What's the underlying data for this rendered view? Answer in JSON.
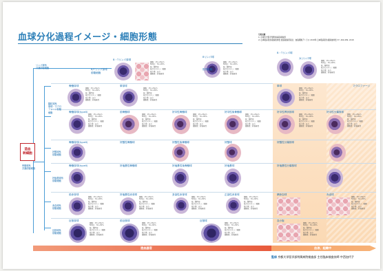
{
  "poster": {
    "title": "血球分化過程イメージ・細胞形態",
    "references": {
      "heading": "引用文献",
      "items": [
        "1) 京都大学医学部附属病院検査部",
        "2) 日本臨床衛生検査技師会 血液検査研究班：血液細胞アトラス 2018年 日本臨床衛生検査技師会 37, 460-489, 2018"
      ]
    },
    "stem_cell": "造血\n幹細胞",
    "progenitors": [
      {
        "id": "lymphoid",
        "text": "リンパ球系\n共通前駆細胞"
      },
      {
        "id": "myeloid",
        "text": "骨髄球系\n共通前駆細胞"
      },
      {
        "id": "gmp",
        "text": "顆粒球系\n単球・マクロ\nファージ前駆\n細胞"
      },
      {
        "id": "eop",
        "text": "好酸球系\n前駆細胞"
      },
      {
        "id": "bap",
        "text": "好塩基球系\n前駆細胞"
      },
      {
        "id": "mep",
        "text": "赤血球系\n前駆細胞"
      },
      {
        "id": "mkp",
        "text": "巨核球系\n前駆細胞"
      }
    ],
    "cell_labels": {
      "b_precursor": "B・Tリンパ芽球",
      "b_lymph": "B/Tリンパ芽球\n前駆細胞",
      "b_cell": "Bリンパ球",
      "plasma": "形質細胞",
      "bt_lymph": "B・Tリンパ球",
      "lg_lymph": "大リンパ球",
      "myeloblast": "骨髄芽球",
      "monoblast": "単芽球",
      "monocyte": "単球",
      "macrophage": "マクロファージ",
      "neu_blast": "骨髄芽球(typeII)",
      "promyelocyte": "前骨髄球",
      "myelocyte": "好中性骨髄球",
      "metamyelocyte": "好中性後骨髄球",
      "band": "好中性桿状核球",
      "seg": "好中性分葉核球",
      "eos_blast": "骨髄芽球(typeII)",
      "eos_myelo": "好酸性骨髄球",
      "eos_meta": "好酸性後骨髄球",
      "eos_mature": "好酸球",
      "eos_seg": "好酸性分葉核球",
      "bas_blast": "骨髄芽球(typeII)",
      "bas_myelo": "好塩基性骨髄球",
      "bas_meta": "好塩基性後骨髄球",
      "bas_mature": "好塩基球",
      "bas_seg": "好塩基性分葉核球",
      "proeryth": "前赤芽球",
      "basoeryth": "好塩基性赤芽球",
      "polyeryth": "多染性赤芽球",
      "orthoeryth": "正染性赤芽球",
      "retic": "網赤血球",
      "rbc": "赤血球",
      "mkblast": "巨核芽球",
      "promk": "前巨核球",
      "mk": "巨核球",
      "platelet": "血小板"
    },
    "cell_info": "細胞：15～20µm\nN/C比：70～80%\n核：類円形\n核クロマチン：繊細\n核小体：あり\n細胞質：好塩基性",
    "bottom": {
      "marrow": "造血器官",
      "blood": "血液、組織中"
    },
    "credit_prefix": "監修",
    "credit_text": "京都大学医学部附属病院検査部 主任臨床検査技師 中西加代子"
  }
}
